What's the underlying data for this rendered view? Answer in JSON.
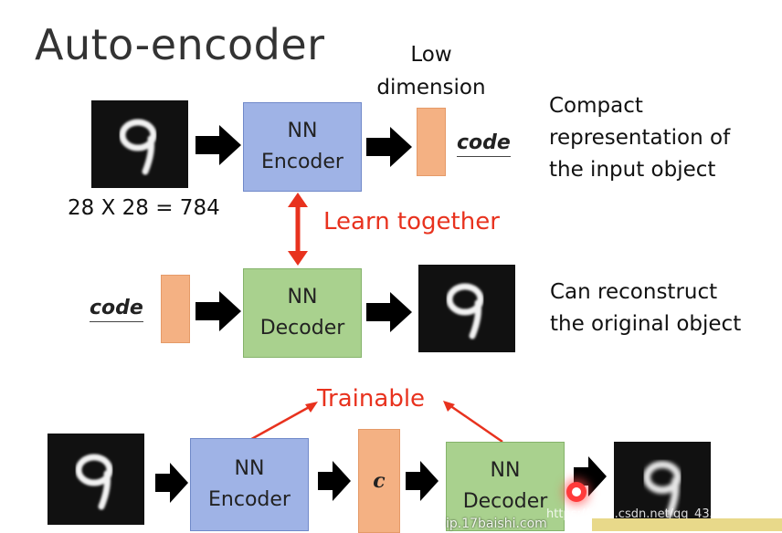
{
  "title": "Auto-encoder",
  "top": {
    "input_size_label": "28 X 28 = 784",
    "encoder_line1": "NN",
    "encoder_line2": "Encoder",
    "low_dim_line1": "Low",
    "low_dim_line2": "dimension",
    "code_label": "code",
    "desc_line1": "Compact",
    "desc_line2": "representation of",
    "desc_line3": "the input object"
  },
  "learn_together": "Learn together",
  "middle": {
    "code_label": "code",
    "decoder_line1": "NN",
    "decoder_line2": "Decoder",
    "desc_line1": "Can reconstruct",
    "desc_line2": "the original object"
  },
  "bottom": {
    "trainable": "Trainable",
    "encoder_line1": "NN",
    "encoder_line2": "Encoder",
    "code_symbol": "c",
    "decoder_line1": "NN",
    "decoder_line2": "Decoder"
  },
  "watermarks": {
    "url": "https://blog.csdn.net/qq_43573054",
    "site": "ip.17baishi.com"
  },
  "colors": {
    "encoder": "#9fb3e6",
    "decoder": "#a9d18e",
    "code": "#f4b183",
    "accent_red": "#e8321e"
  }
}
